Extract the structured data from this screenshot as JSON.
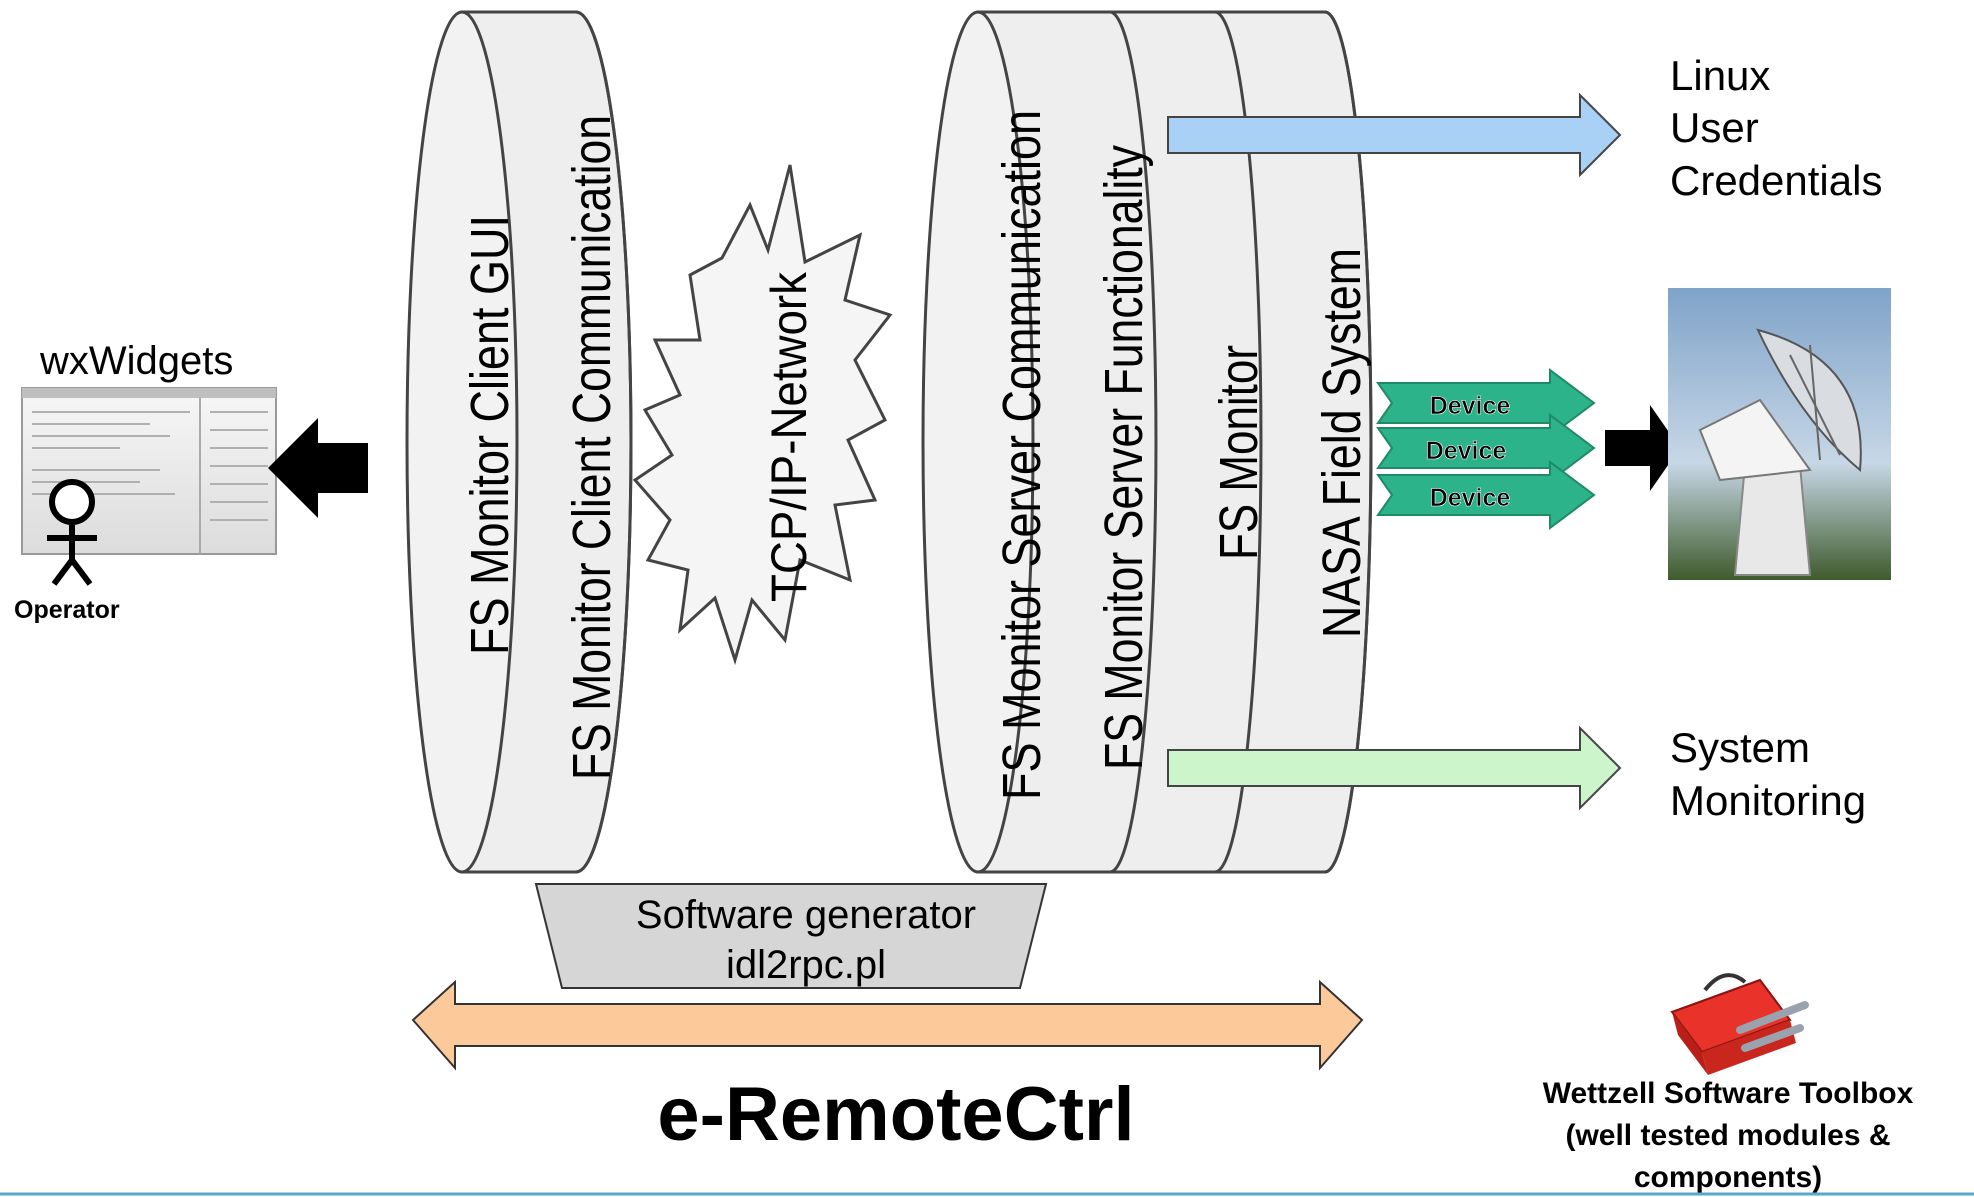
{
  "client": {
    "framework_label": "wxWidgets",
    "operator_label": "Operator",
    "layers": [
      "FS Monitor Client GUI",
      "FS Monitor Client Communication"
    ]
  },
  "network": {
    "label": "TCP/IP-Network"
  },
  "server": {
    "layers": [
      "FS Monitor Server Communication",
      "FS Monitor Server Functionality",
      "FS Monitor",
      "NASA Field System"
    ]
  },
  "devices": [
    "Device",
    "Device",
    "Device"
  ],
  "outputs": {
    "linux": [
      "Linux",
      "User",
      "Credentials"
    ],
    "monitoring": [
      "System",
      "Monitoring"
    ]
  },
  "generator": {
    "line1": "Software generator",
    "line2": "idl2rpc.pl"
  },
  "project": {
    "title": "e-RemoteCtrl"
  },
  "toolbox": {
    "lines": [
      "Wettzell Software Toolbox",
      "(well tested modules &",
      "components)"
    ]
  },
  "colors": {
    "cylinder_fill": "#efefef",
    "generator_fill": "#d6d6d6",
    "arrow_linux": "#a9d0f5",
    "arrow_monitoring": "#ccf5cc",
    "arrow_project": "#fbc99a",
    "device_arrow": "#2db38a"
  },
  "icons": [
    "operator-stick-figure-icon",
    "gui-screenshot-icon",
    "radio-telescope-icon",
    "toolbox-icon"
  ]
}
